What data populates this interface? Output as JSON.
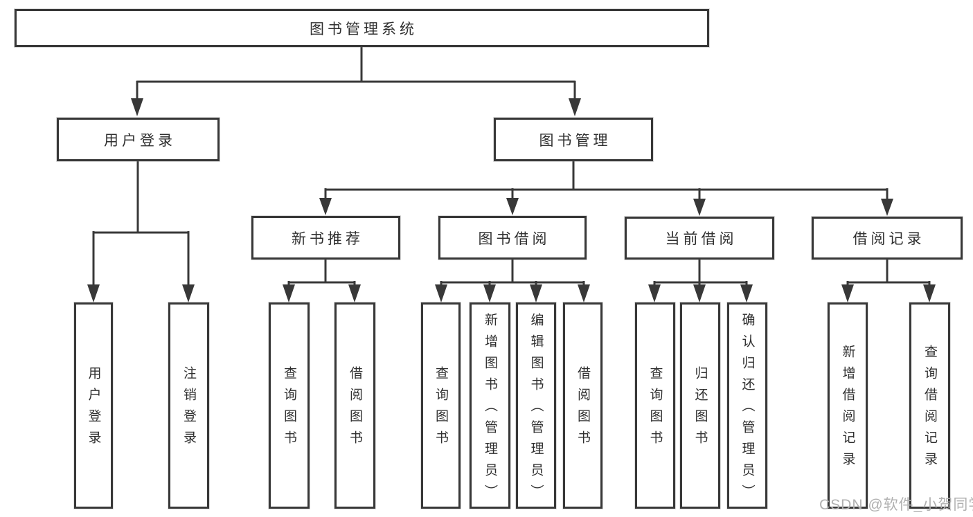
{
  "tree": {
    "label": "图书管理系统",
    "children": [
      {
        "label": "用户登录",
        "children": [
          {
            "label": "用户登录"
          },
          {
            "label": "注销登录"
          }
        ]
      },
      {
        "label": "图书管理",
        "children": [
          {
            "label": "新书推荐",
            "children": [
              {
                "label": "查询图书"
              },
              {
                "label": "借阅图书"
              }
            ]
          },
          {
            "label": "图书借阅",
            "children": [
              {
                "label": "查询图书"
              },
              {
                "label": "新增图书（管理员）"
              },
              {
                "label": "编辑图书（管理员）"
              },
              {
                "label": "借阅图书"
              }
            ]
          },
          {
            "label": "当前借阅",
            "children": [
              {
                "label": "查询图书"
              },
              {
                "label": "归还图书"
              },
              {
                "label": "确认归还（管理员）"
              }
            ]
          },
          {
            "label": "借阅记录",
            "children": [
              {
                "label": "新增借阅记录"
              },
              {
                "label": "查询借阅记录"
              }
            ]
          }
        ]
      }
    ]
  },
  "watermark": {
    "text": "CSDN @软件_小贺同学"
  },
  "colors": {
    "line": "#383838",
    "box_border": "#383838",
    "box_fill": "#ffffff",
    "text": "#2f2f2f",
    "watermark": "#b0b0b0",
    "background": "#ffffff"
  }
}
